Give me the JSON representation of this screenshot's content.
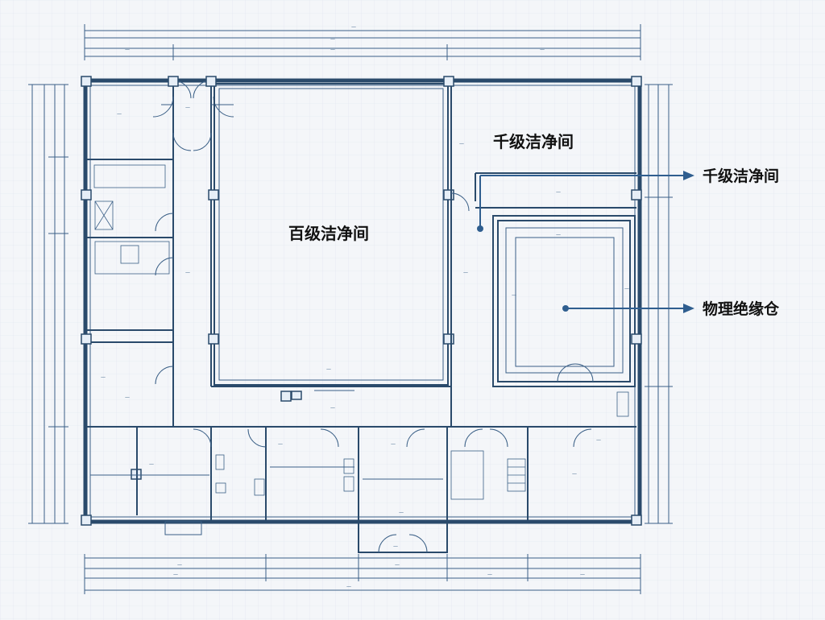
{
  "rooms": {
    "class100": "百级洁净间",
    "class1000": "千级洁净间"
  },
  "callouts": {
    "class1000": "千级洁净间",
    "insulation_chamber": "物理绝缘仓"
  },
  "colors": {
    "wall": "#2a4a6b",
    "line": "#3a5f86",
    "callout": "#2f5e8f",
    "background": "#f4f6f9"
  }
}
